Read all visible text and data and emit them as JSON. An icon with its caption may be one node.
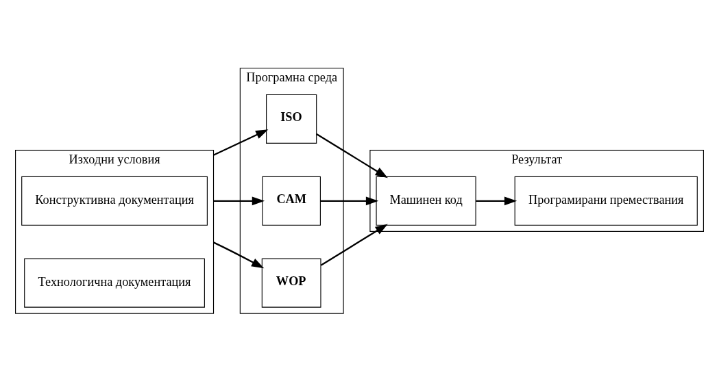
{
  "diagram": {
    "nodes": [
      {
        "text": [
          "Изходни условия"
        ]
      },
      {
        "text": [
          "Конструктивна документация"
        ],
        "in": 0
      },
      {
        "text": [
          "Технологична документация"
        ],
        "in": 0
      },
      {
        "text": [
          "Програмна среда"
        ]
      },
      {
        "text": [
          "ISO"
        ],
        "in": 3
      },
      {
        "text": [
          "CAM"
        ],
        "in": 3
      },
      {
        "text": [
          "WOP"
        ],
        "in": 3
      },
      {
        "text": [
          "Результат"
        ]
      },
      {
        "text": [
          "Машинен код"
        ],
        "in": 7
      },
      {
        "text": [
          "Програмирани премествания"
        ],
        "in": 7
      }
    ],
    "edges": [
      {
        "from": 0,
        "to": 4,
        "arrow": "to"
      },
      {
        "from": 0,
        "to": 5,
        "arrow": "to"
      },
      {
        "from": 0,
        "to": 6,
        "arrow": "to"
      },
      {
        "from": 4,
        "to": 8,
        "arrow": "to"
      },
      {
        "from": 5,
        "to": 8,
        "arrow": "to"
      },
      {
        "from": 6,
        "to": 8,
        "arrow": "to"
      },
      {
        "from": 8,
        "to": 9,
        "arrow": "to"
      }
    ]
  }
}
